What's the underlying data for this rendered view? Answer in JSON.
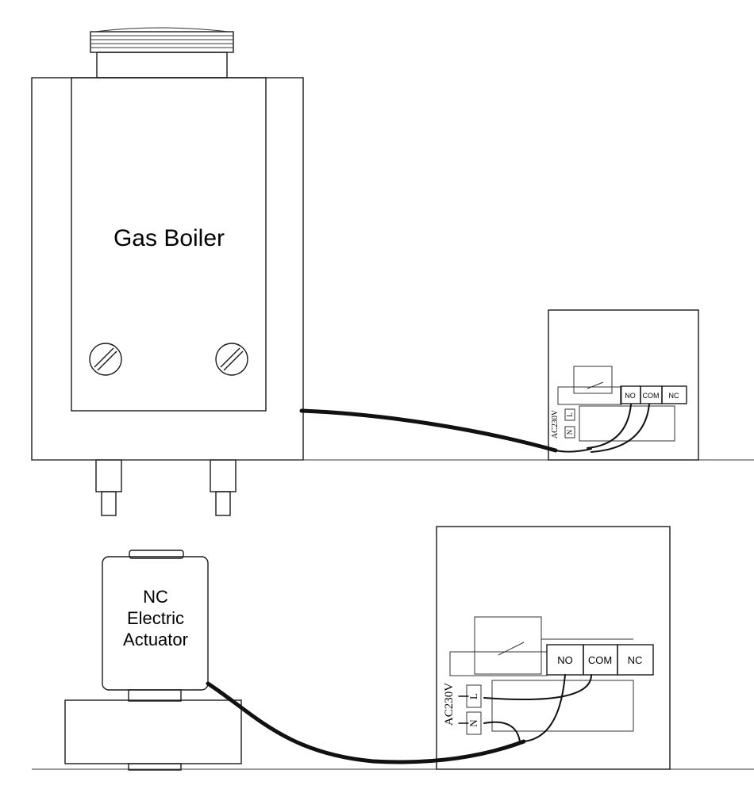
{
  "boiler": {
    "label": "Gas Boiler"
  },
  "actuator": {
    "label_lines": [
      "NC",
      "Electric",
      "Actuator"
    ]
  },
  "controller_top": {
    "terminals": [
      "NO",
      "COM",
      "NC"
    ],
    "power_label": "AC230V",
    "power_terminals": [
      "L",
      "N"
    ]
  },
  "controller_bottom": {
    "terminals": [
      "NO",
      "COM",
      "NC"
    ],
    "power_label": "AC230V",
    "power_terminals": [
      "L",
      "N"
    ]
  }
}
